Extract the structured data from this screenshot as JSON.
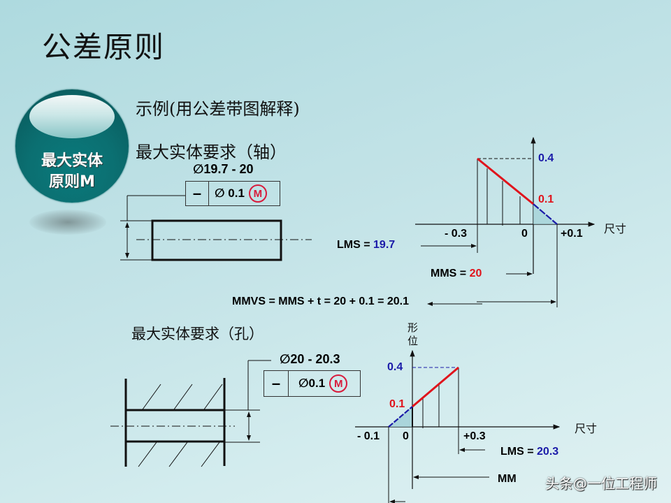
{
  "slide": {
    "title": "公差原则",
    "badge": {
      "line1": "最大实体",
      "line2": "原则M"
    },
    "subtitle": "示例(用公差带图解释)",
    "watermark": "头条@一位工程师"
  },
  "shaft": {
    "heading": "最大实体要求（轴）",
    "dimension": "∅19.7 -  20",
    "fcf": {
      "symbol": "–",
      "tolerance": "∅ 0.1",
      "modifier": "M"
    },
    "chart": {
      "x_axis_label": "尺寸",
      "x_ticks": [
        "- 0.3",
        "0",
        "+0.1"
      ],
      "y_values": {
        "top": "0.4",
        "min": "0.1"
      },
      "lms_label": "LMS = ",
      "lms_value": "19.7",
      "mms_label": "MMS = ",
      "mms_value": "20",
      "mmvs": "MMVS = MMS + t = 20 + 0.1 = 20.1"
    }
  },
  "hole": {
    "heading": "最大实体要求（孔）",
    "dimension": "∅20 -  20.3",
    "fcf": {
      "symbol": "–",
      "tolerance": "∅0.1",
      "modifier": "M"
    },
    "chart": {
      "y_axis_label_1": "形",
      "y_axis_label_2": "位",
      "x_axis_label": "尺寸",
      "x_ticks": [
        "- 0.1",
        "0",
        "+0.3"
      ],
      "y_values": {
        "top": "0.4",
        "min": "0.1"
      },
      "lms_label": "LMS = ",
      "lms_value": "20.3",
      "mms_label": "MM"
    }
  },
  "colors": {
    "red": "#e0141c",
    "blue": "#1a1aa8",
    "badge": "#0b6f71"
  }
}
